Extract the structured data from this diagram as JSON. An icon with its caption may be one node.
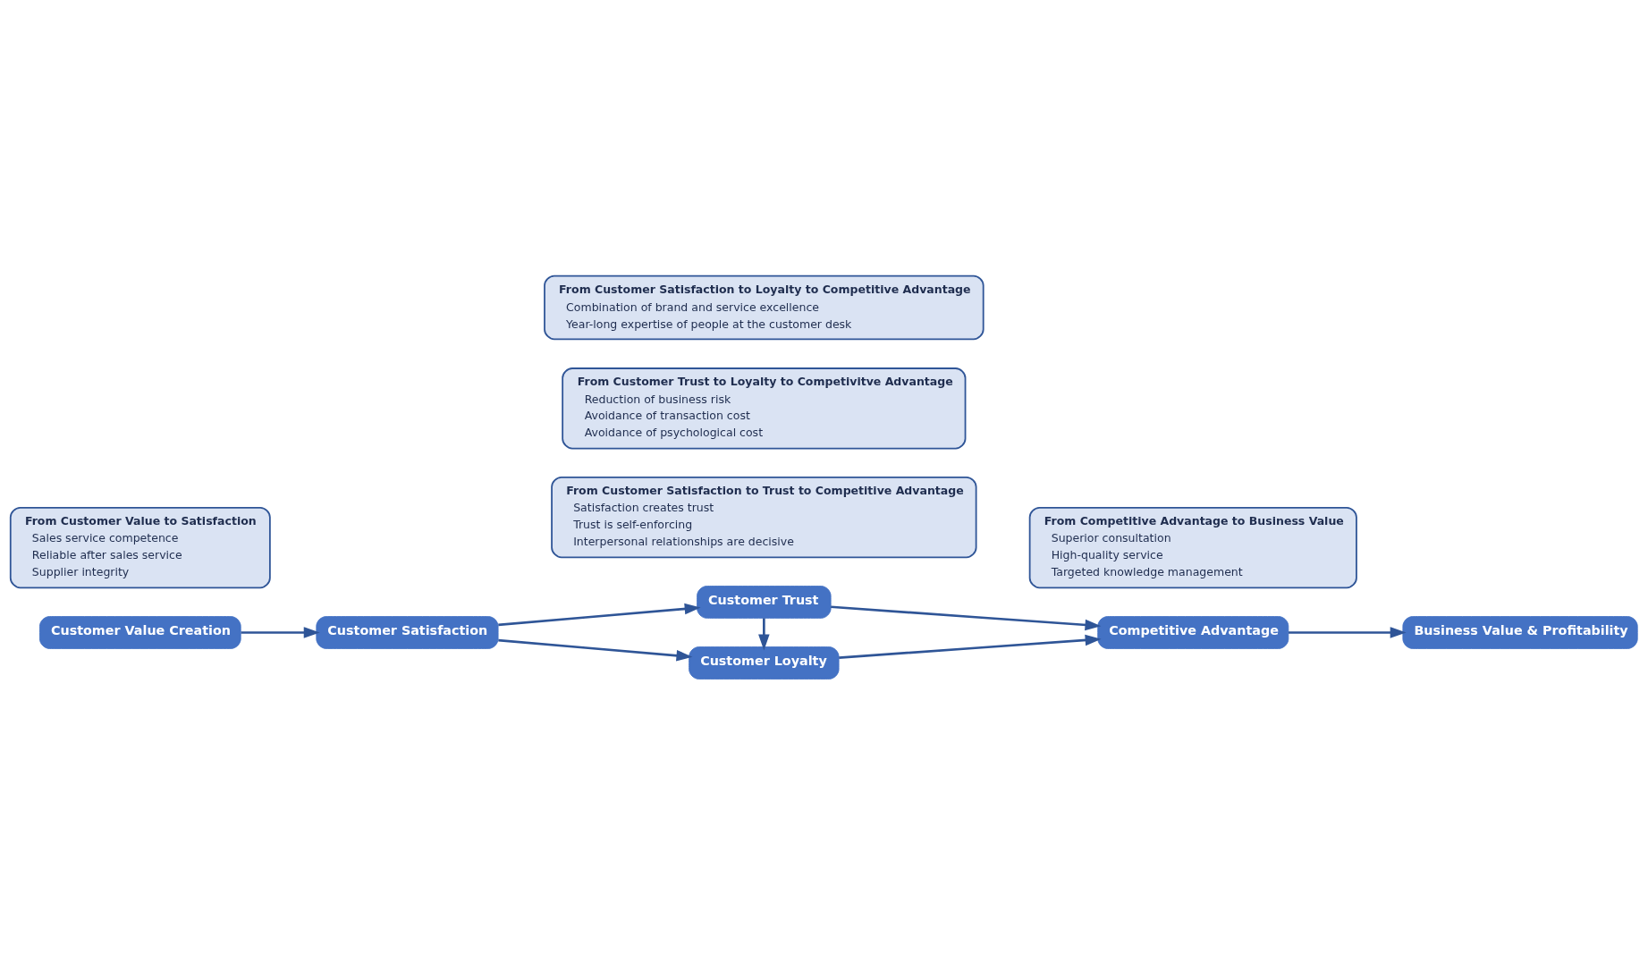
{
  "diagram": {
    "nodes": [
      {
        "text": [
          "Customer Value Creation"
        ]
      },
      {
        "text": [
          "Customer Satisfaction"
        ]
      },
      {
        "text": [
          "Customer Trust"
        ]
      },
      {
        "text": [
          "Customer Loyalty"
        ]
      },
      {
        "text": [
          "Competitive Advantage"
        ]
      },
      {
        "text": [
          "Business Value & Profitability"
        ]
      },
      {
        "text": [
          "From Customer Value to Satisfaction",
          "Sales service competence",
          "Reliable after sales service",
          "Supplier integrity"
        ]
      },
      {
        "text": [
          "From Customer Satisfaction to Trust to Competitive Advantage",
          "Satisfaction creates trust",
          "Trust is self-enforcing",
          "Interpersonal relationships are decisive"
        ]
      },
      {
        "text": [
          "From Competitive Advantage to Business Value",
          "Superior consultation",
          "High-quality service",
          "Targeted knowledge management"
        ]
      },
      {
        "text": [
          "From Customer Trust to Loyalty to Competivitve Advantage",
          "Reduction of business risk",
          "Avoidance of transaction cost",
          "Avoidance of psychological cost"
        ]
      },
      {
        "text": [
          "From Customer Satisfaction to Loyalty to Competitive Advantage",
          "Combination of brand and service excellence",
          "Year-long expertise of people at the customer desk"
        ]
      }
    ],
    "edges": [
      {
        "from": 0,
        "to": 1,
        "arrow": "to"
      },
      {
        "from": 1,
        "to": 2,
        "arrow": "to"
      },
      {
        "from": 1,
        "to": 3,
        "arrow": "to"
      },
      {
        "from": 2,
        "to": 3,
        "arrow": "to"
      },
      {
        "from": 2,
        "to": 4,
        "arrow": "to"
      },
      {
        "from": 3,
        "to": 4,
        "arrow": "to"
      },
      {
        "from": 4,
        "to": 5,
        "arrow": "to"
      }
    ]
  }
}
